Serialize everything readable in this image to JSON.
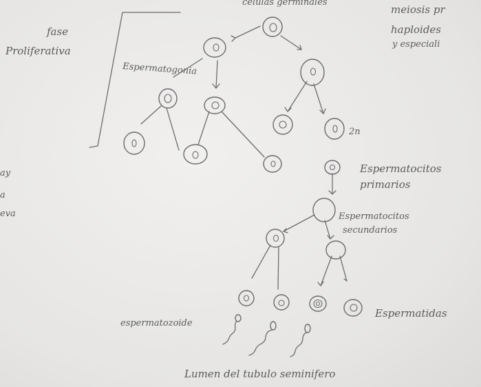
{
  "labels": {
    "top_cut": "células germinales",
    "fase": "fase",
    "proliferativa": "Proliferativa",
    "espermatogonia": "Espermatogonia",
    "right_note_1": "meiosis pr",
    "right_note_2": "haploides",
    "right_note_3": "y especiali",
    "left_cut_1": "ay",
    "left_cut_2": "a",
    "left_cut_3": "eva",
    "dos_n": "2n",
    "primarios_1": "Espermatocitos",
    "primarios_2": "primarios",
    "secundarios_1": "Espermatocitos",
    "secundarios_2": "secundarios",
    "espermatidas": "Espermatidas",
    "espermatozoide": "espermatozoide",
    "lumen": "Lumen del tubulo seminifero"
  },
  "ink_color": "#6b6b70",
  "paper_color": "#ecebe9"
}
